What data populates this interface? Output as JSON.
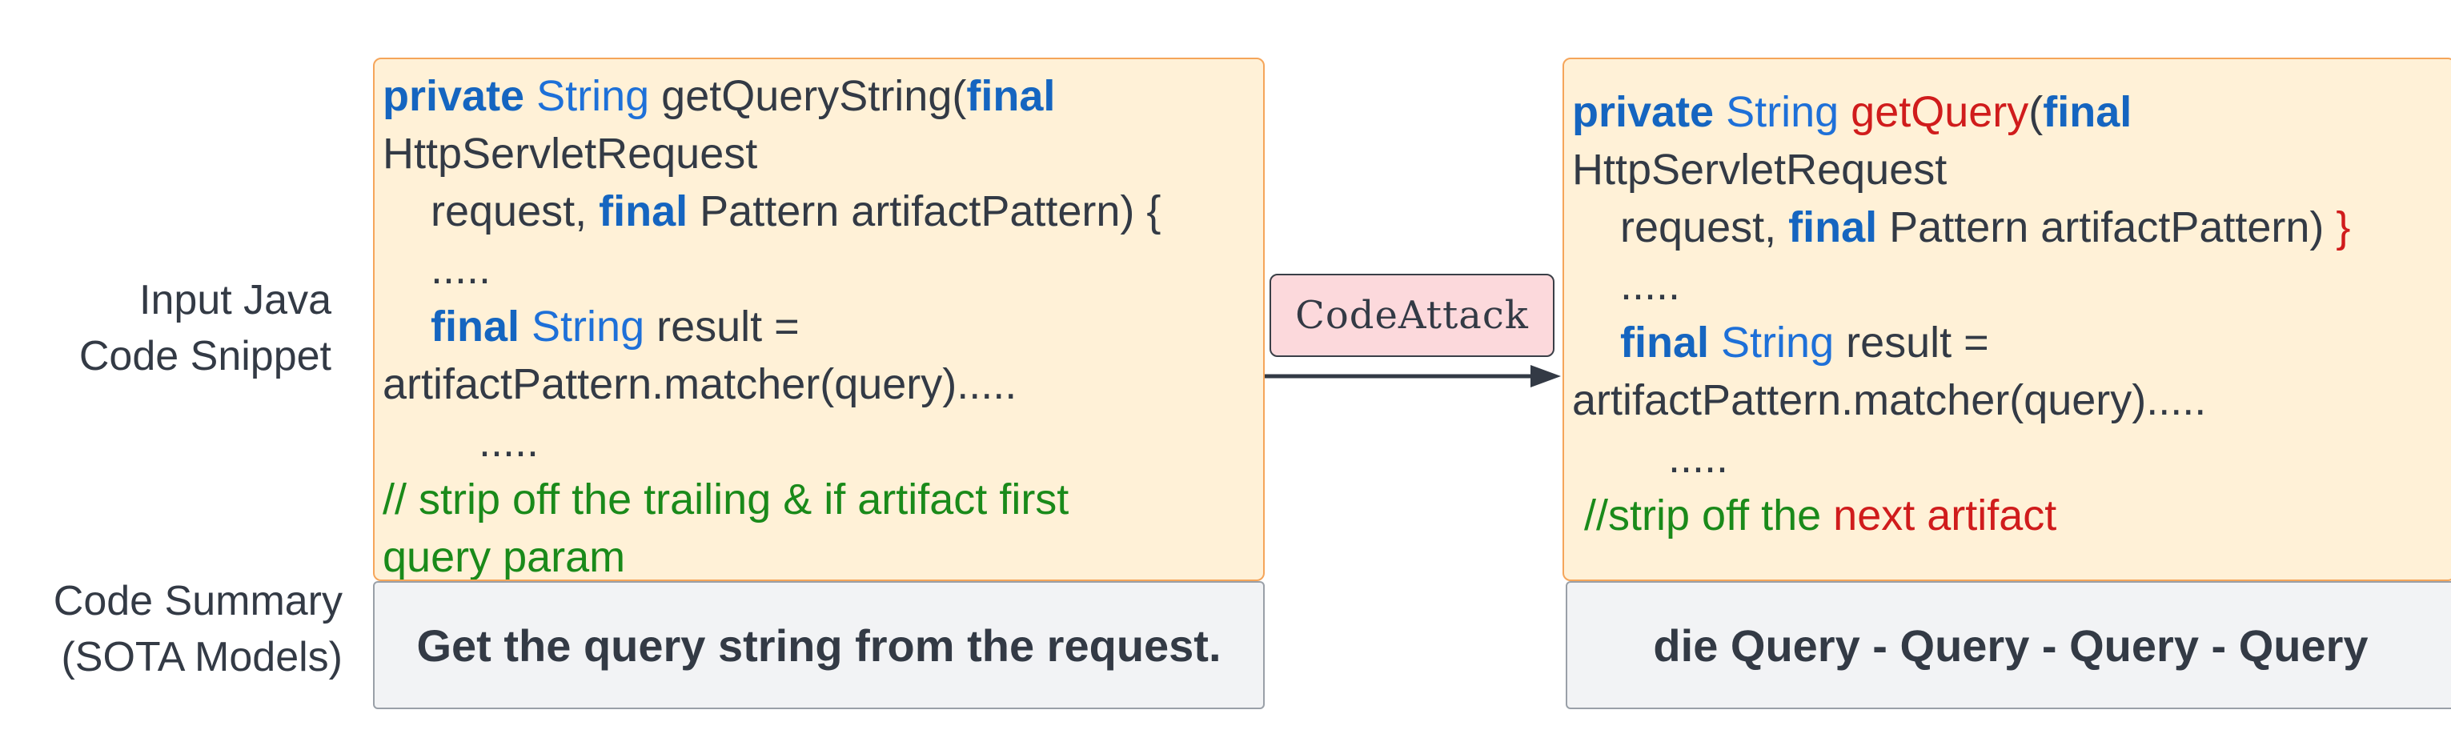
{
  "labels": {
    "input_line1": "Input Java",
    "input_line2": "Code Snippet",
    "summary_line1": "Code Summary",
    "summary_line2": "(SOTA Models)"
  },
  "original_code": {
    "l1_kw1": "private",
    "l1_type": " String",
    "l1_rest": " getQueryString(",
    "l1_kw2": "final",
    "l2": "HttpServletRequest",
    "l3_a": "    request, ",
    "l3_kw": "final",
    "l3_b": " Pattern artifactPattern) {",
    "l4": "    .....",
    "l5_ind": "    ",
    "l5_kw": "final",
    "l5_type": " String",
    "l5_rest": " result =",
    "l6": "artifactPattern.matcher(query).....",
    "l7": "        .....",
    "l8": "// strip off the trailing & if artifact first",
    "l9": "query param"
  },
  "attacked_code": {
    "l1_kw1": "private",
    "l1_type": " String ",
    "l1_changed": "getQuery",
    "l1_paren": "(",
    "l1_kw2": "final",
    "l2": "HttpServletRequest",
    "l3_a": "    request, ",
    "l3_kw": "final",
    "l3_b": " Pattern artifactPattern) ",
    "l3_changed": "}",
    "l4": "    .....",
    "l5_ind": "    ",
    "l5_kw": "final",
    "l5_type": " String",
    "l5_rest": " result =",
    "l6": "artifactPattern.matcher(query).....",
    "l7": "        .....",
    "l8_a": " //strip off the ",
    "l8_changed": "next artifact"
  },
  "attack_label": "CodeAttack",
  "summaries": {
    "original": "Get the query string from the request.",
    "attacked": "die Query - Query - Query - Query"
  },
  "colors": {
    "keyword": "#1565c0",
    "comment": "#1a8a1a",
    "changed": "#d01c1c",
    "code_bg": "#fff1d7",
    "attack_bg": "#fcd9dc"
  }
}
